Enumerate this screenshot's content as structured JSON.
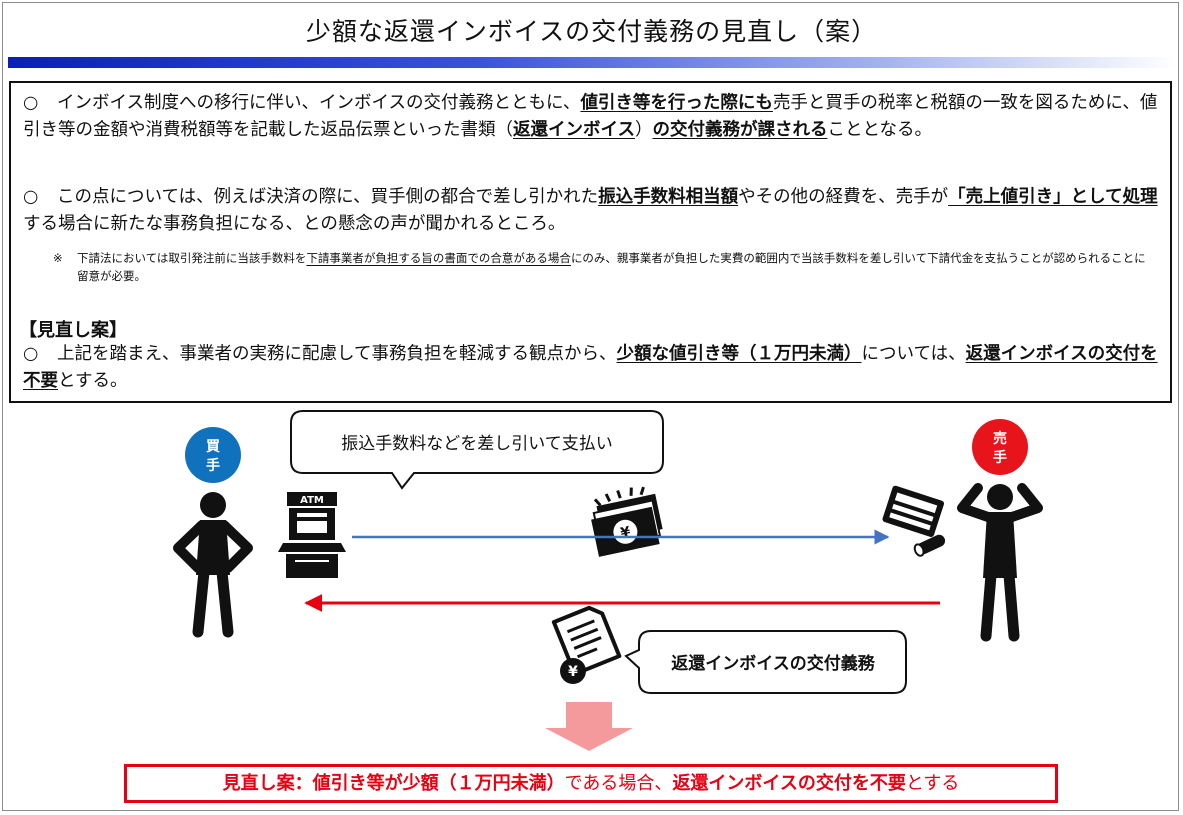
{
  "title": "少額な返還インボイスの交付義務の見直し（案）",
  "para1": {
    "circle": "○",
    "t1": "インボイス制度への移行に伴い、インボイスの交付義務とともに、",
    "t2": "値引き等を行った際にも",
    "t3": "売手と買手の税率と税額の一致を図るために、値引き等の金額や消費税額等を記載した返品伝票といった書類（",
    "t4": "返還インボイス",
    "t5": "）",
    "t6": "の交付義務が課される",
    "t7": "こととなる。"
  },
  "para2": {
    "circle": "○",
    "t1": "この点については、例えば決済の際に、買手側の都合で差し引かれた",
    "t2": "振込手数料相当額",
    "t3": "やその他の経費を、売手が",
    "t4": "「売上値引き」として処理",
    "t5": "する場合に新たな事務負担になる、との懸念の声が聞かれるところ。"
  },
  "note": {
    "mark": "※",
    "t1": "下請法においては取引発注前に当該手数料を",
    "t2": "下請事業者が負担する旨の書面での合意がある場合",
    "t3": "にのみ、親事業者が負担した実費の範囲内で当該手数料を差し引いて下請代金を支払うことが認められることに留意が必要。"
  },
  "review": {
    "heading": "【見直し案】",
    "circle": "○",
    "t1": "上記を踏まえ、事業者の実務に配慮して事務負担を軽減する観点から、",
    "t2": "少額な値引き等（１万円未満）",
    "t3": "については、",
    "t4": "返還インボイスの交付を不要",
    "t5": "とする。"
  },
  "diagram": {
    "buyer_label": [
      "買",
      "手"
    ],
    "seller_label": [
      "売",
      "手"
    ],
    "atm_label": "ATM",
    "yen_symbol": "¥",
    "speech_top": "振込手数料などを差し引いて支払い",
    "speech_bottom": "返還インボイスの交付義務",
    "colors": {
      "buyer_circle": "#1072bd",
      "seller_circle": "#e8141c",
      "payment_arrow": "#4472c4",
      "invoice_arrow": "#e60012",
      "down_arrow": "#f59a9c",
      "proposal_border": "#e60012"
    }
  },
  "bottom": {
    "t1": "見直し案：値引き等が少額（１万円未満）",
    "t2": "である場合、",
    "t3": "返還インボイスの交付を不要",
    "t4": "とする"
  }
}
